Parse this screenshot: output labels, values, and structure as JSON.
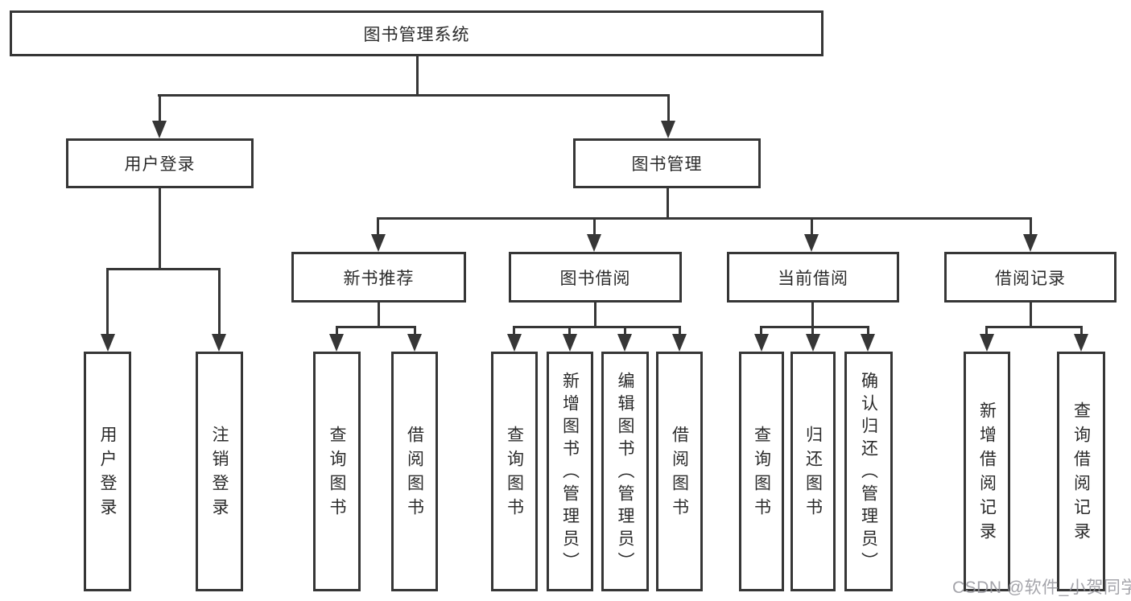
{
  "diagram": {
    "title": "图书管理系统",
    "watermark": "CSDN @软件_小贺同学",
    "colors": {
      "line": "#363636",
      "box_border": "#363636",
      "text": "#2b2b2b",
      "background": "#ffffff",
      "watermark": "#94949b"
    },
    "root": {
      "label": "图书管理系统"
    },
    "level2": [
      {
        "label": "用户登录"
      },
      {
        "label": "图书管理"
      }
    ],
    "level3": [
      {
        "label": "新书推荐",
        "parent": "图书管理"
      },
      {
        "label": "图书借阅",
        "parent": "图书管理"
      },
      {
        "label": "当前借阅",
        "parent": "图书管理"
      },
      {
        "label": "借阅记录",
        "parent": "图书管理"
      }
    ],
    "leaves": [
      {
        "label": "用户登录",
        "parent": "用户登录"
      },
      {
        "label": "注销登录",
        "parent": "用户登录"
      },
      {
        "label": "查询图书",
        "parent": "新书推荐"
      },
      {
        "label": "借阅图书",
        "parent": "新书推荐"
      },
      {
        "label": "查询图书",
        "parent": "图书借阅"
      },
      {
        "label": "新增图书（管理员）",
        "parent": "图书借阅"
      },
      {
        "label": "编辑图书（管理员）",
        "parent": "图书借阅"
      },
      {
        "label": "借阅图书",
        "parent": "图书借阅"
      },
      {
        "label": "查询图书",
        "parent": "当前借阅"
      },
      {
        "label": "归还图书",
        "parent": "当前借阅"
      },
      {
        "label": "确认归还（管理员）",
        "parent": "当前借阅"
      },
      {
        "label": "新增借阅记录",
        "parent": "借阅记录"
      },
      {
        "label": "查询借阅记录",
        "parent": "借阅记录"
      }
    ]
  }
}
